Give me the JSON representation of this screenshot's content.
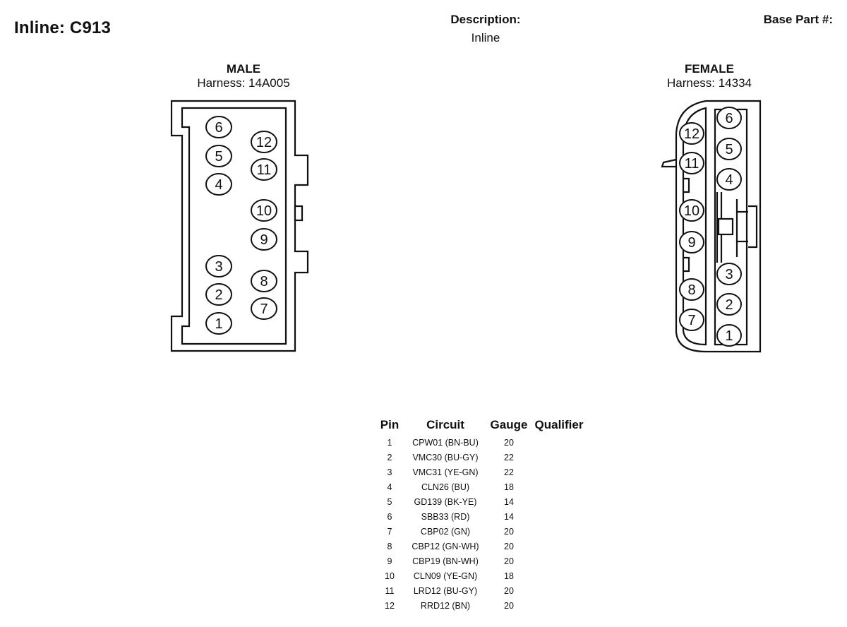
{
  "header": {
    "title": "Inline: C913",
    "description_label": "Description:",
    "description_value": "Inline",
    "base_part_label": "Base Part #:"
  },
  "male": {
    "label": "MALE",
    "harness": "Harness: 14A005",
    "pins": [
      "1",
      "2",
      "3",
      "4",
      "5",
      "6",
      "7",
      "8",
      "9",
      "10",
      "11",
      "12"
    ]
  },
  "female": {
    "label": "FEMALE",
    "harness": "Harness: 14334",
    "pins": [
      "1",
      "2",
      "3",
      "4",
      "5",
      "6",
      "7",
      "8",
      "9",
      "10",
      "11",
      "12"
    ]
  },
  "pin_table": {
    "headers": [
      "Pin",
      "Circuit",
      "Gauge",
      "Qualifier"
    ],
    "rows": [
      {
        "pin": "1",
        "circuit": "CPW01 (BN-BU)",
        "gauge": "20",
        "qualifier": ""
      },
      {
        "pin": "2",
        "circuit": "VMC30 (BU-GY)",
        "gauge": "22",
        "qualifier": ""
      },
      {
        "pin": "3",
        "circuit": "VMC31 (YE-GN)",
        "gauge": "22",
        "qualifier": ""
      },
      {
        "pin": "4",
        "circuit": "CLN26 (BU)",
        "gauge": "18",
        "qualifier": ""
      },
      {
        "pin": "5",
        "circuit": "GD139 (BK-YE)",
        "gauge": "14",
        "qualifier": ""
      },
      {
        "pin": "6",
        "circuit": "SBB33 (RD)",
        "gauge": "14",
        "qualifier": ""
      },
      {
        "pin": "7",
        "circuit": "CBP02 (GN)",
        "gauge": "20",
        "qualifier": ""
      },
      {
        "pin": "8",
        "circuit": "CBP12 (GN-WH)",
        "gauge": "20",
        "qualifier": ""
      },
      {
        "pin": "9",
        "circuit": "CBP19 (BN-WH)",
        "gauge": "20",
        "qualifier": ""
      },
      {
        "pin": "10",
        "circuit": "CLN09 (YE-GN)",
        "gauge": "18",
        "qualifier": ""
      },
      {
        "pin": "11",
        "circuit": "LRD12 (BU-GY)",
        "gauge": "20",
        "qualifier": ""
      },
      {
        "pin": "12",
        "circuit": "RRD12 (BN)",
        "gauge": "20",
        "qualifier": ""
      }
    ]
  }
}
